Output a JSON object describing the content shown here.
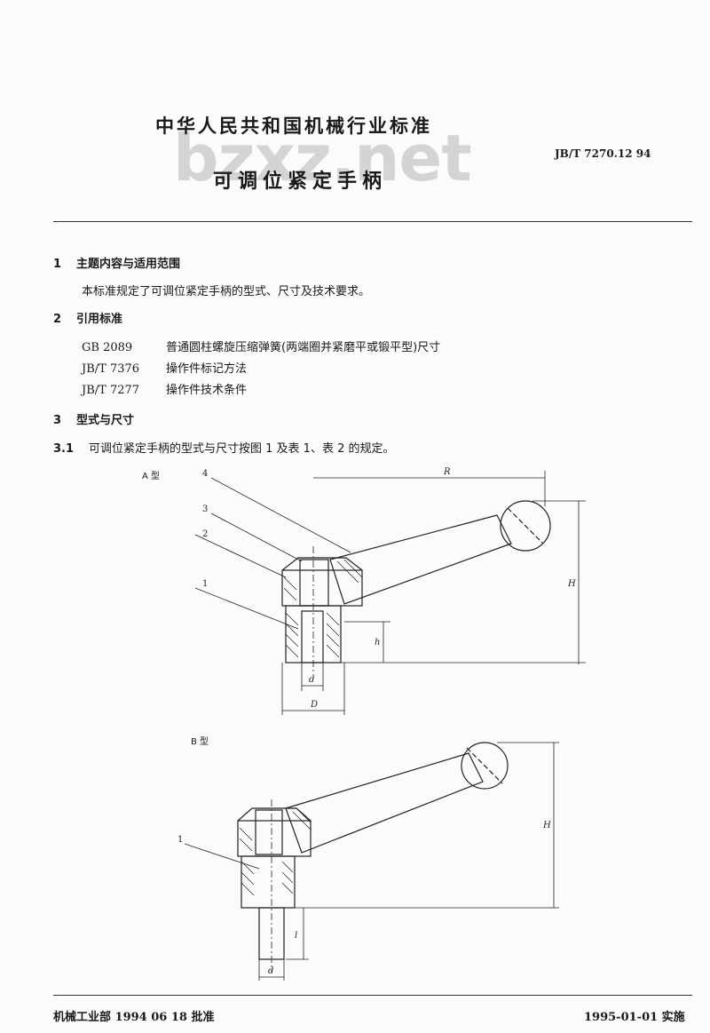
{
  "header": {
    "organization": "中华人民共和国机械行业标准",
    "standard_number": "JB/T 7270.12   94",
    "title": "可调位紧定手柄",
    "watermark": "bzxz.net"
  },
  "sections": {
    "s1": {
      "num": "1",
      "title": "主题内容与适用范围",
      "text": "本标准规定了可调位紧定手柄的型式、尺寸及技术要求。"
    },
    "s2": {
      "num": "2",
      "title": "引用标准",
      "refs": [
        {
          "code": "GB  2089",
          "text": "普通圆柱螺旋压缩弹簧(两端圈并紧磨平或锻平型)尺寸"
        },
        {
          "code": "JB/T  7376",
          "text": "操作件标记方法"
        },
        {
          "code": "JB/T  7277",
          "text": "操作件技术条件"
        }
      ]
    },
    "s3": {
      "num": "3",
      "title": "型式与尺寸"
    },
    "s31": {
      "num": "3.1",
      "text": "可调位紧定手柄的型式与尺寸按图 1 及表 1、表 2 的规定。"
    }
  },
  "figure_a": {
    "type_label": "A 型",
    "callouts": [
      "4",
      "3",
      "2",
      "1"
    ],
    "dims": {
      "R": "R",
      "H": "H",
      "h": "h",
      "d": "d",
      "D": "D"
    }
  },
  "figure_b": {
    "type_label": "B 型",
    "callouts": [
      "1"
    ],
    "dims": {
      "H": "H",
      "l": "l",
      "d": "d"
    }
  },
  "footer": {
    "left": "机械工业部 1994 06 18 批准",
    "right": "1995-01-01 实施"
  }
}
